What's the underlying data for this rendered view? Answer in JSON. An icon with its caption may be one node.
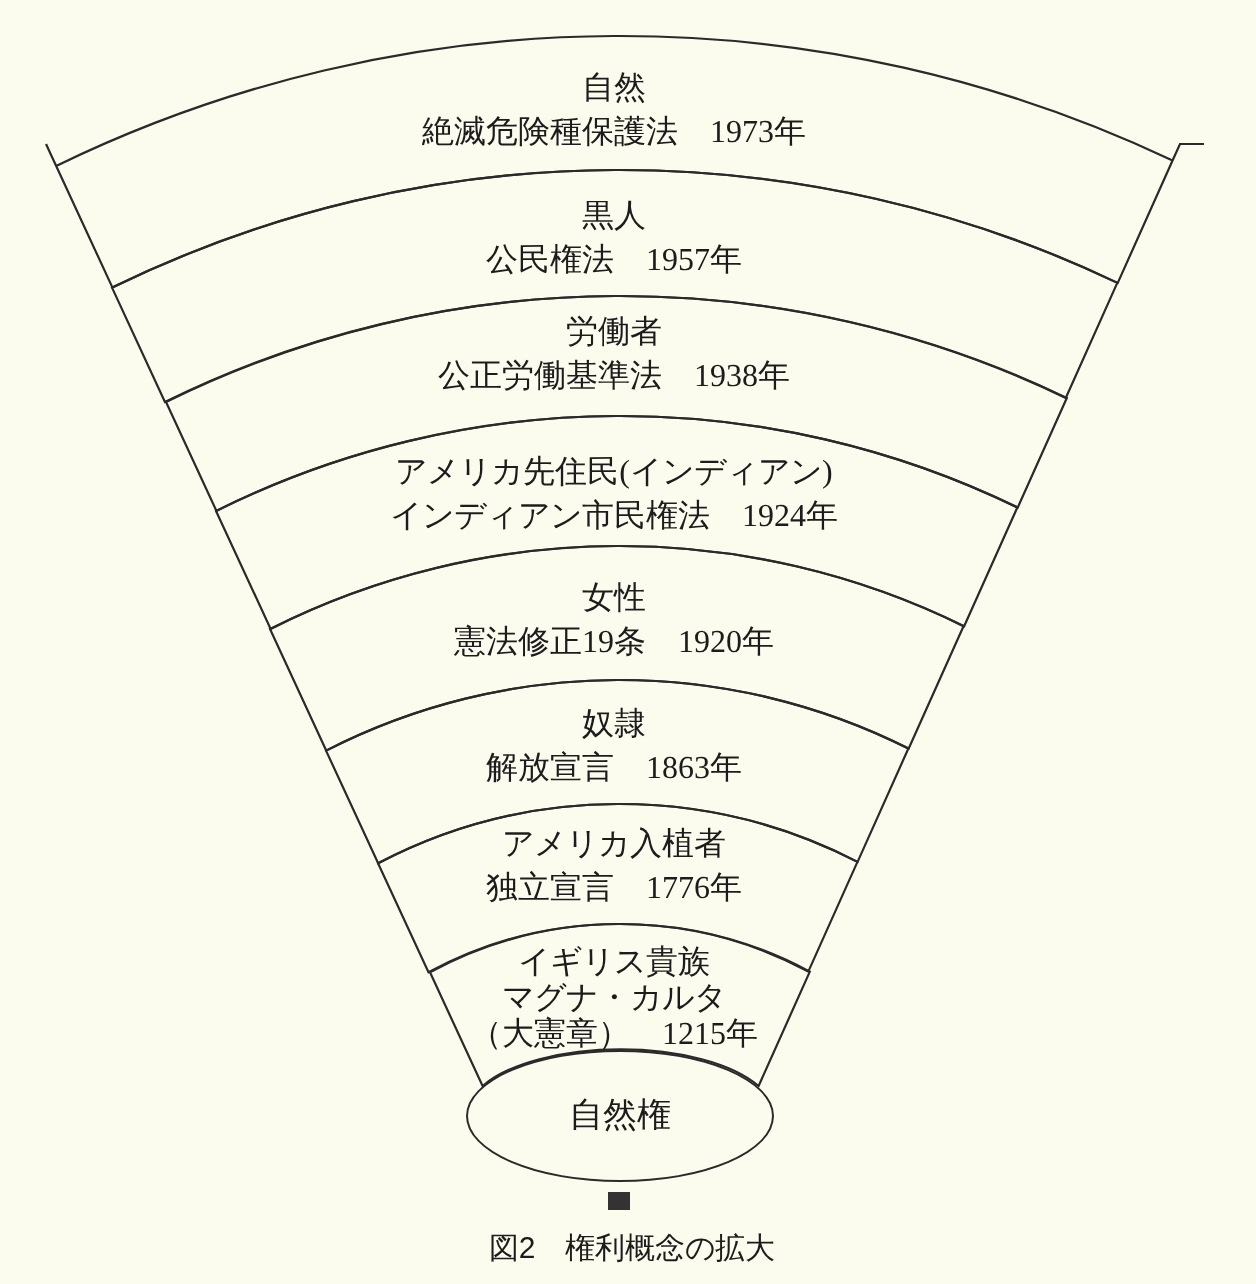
{
  "diagram": {
    "caption": "図2　権利概念の拡大",
    "nodes": [
      {
        "text": [
          "自然",
          "絶滅危険種保護法　1973年"
        ]
      },
      {
        "text": [
          "黒人",
          "公民権法　1957年"
        ]
      },
      {
        "text": [
          "労働者",
          "公正労働基準法　1938年"
        ]
      },
      {
        "text": [
          "アメリカ先住民(インディアン)",
          "インディアン市民権法　1924年"
        ]
      },
      {
        "text": [
          "女性",
          "憲法修正19条　1920年"
        ]
      },
      {
        "text": [
          "奴隷",
          "解放宣言　1863年"
        ]
      },
      {
        "text": [
          "アメリカ入植者",
          "独立宣言　1776年"
        ]
      },
      {
        "text": [
          "イギリス貴族",
          "マグナ・カルタ（大憲章）　1215年"
        ]
      },
      {
        "text": [
          "自然権"
        ]
      }
    ]
  }
}
